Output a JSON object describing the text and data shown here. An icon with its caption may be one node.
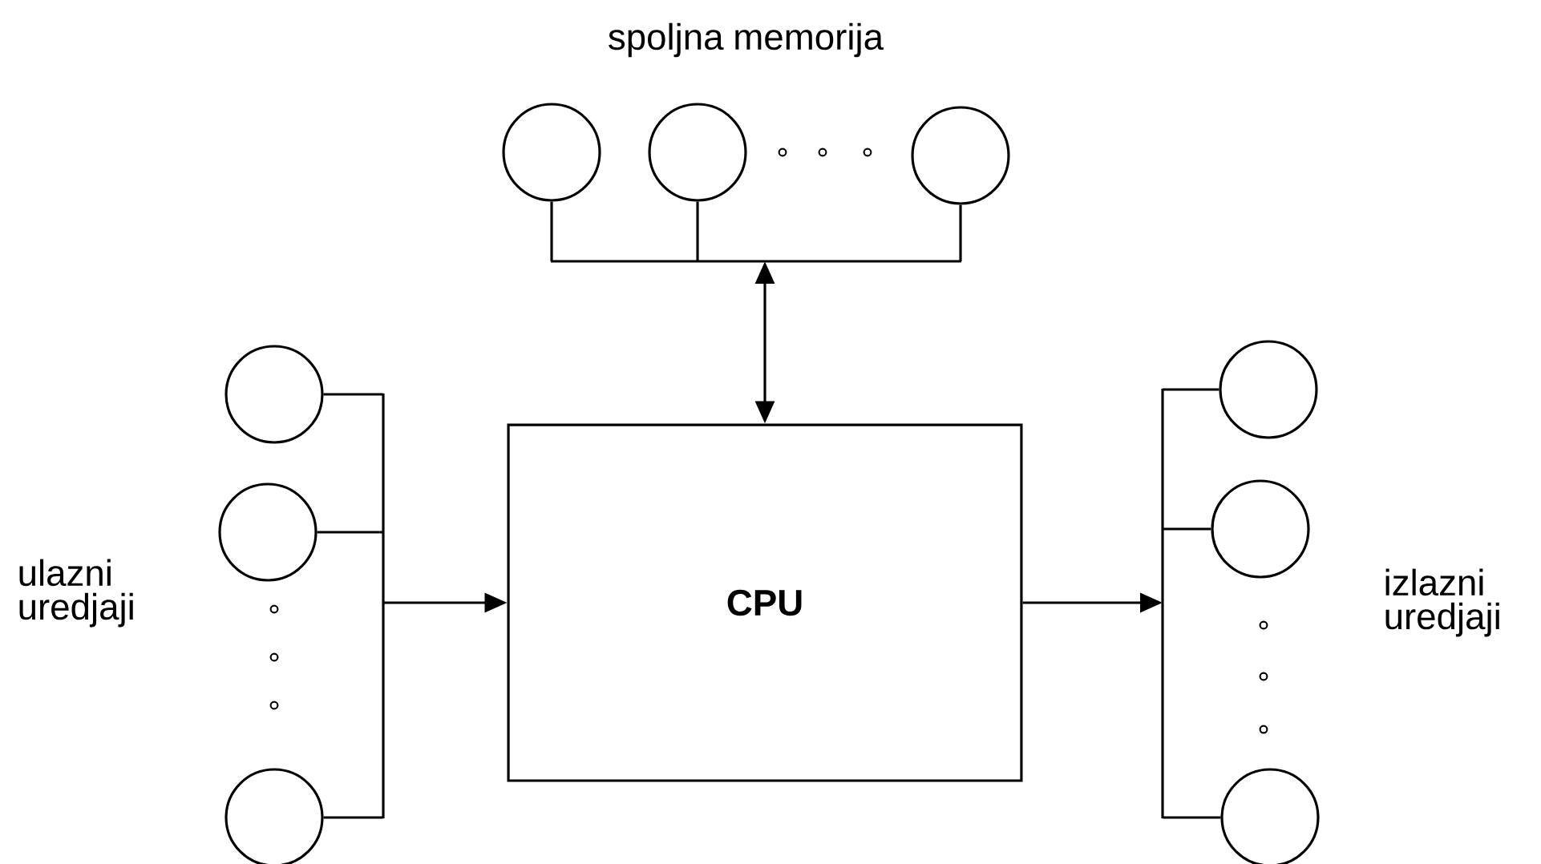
{
  "diagram": {
    "nodes": [
      {
        "text": [
          "CPU"
        ]
      },
      {
        "text": [],
        "shape": "circle"
      },
      {
        "text": [],
        "shape": "circle"
      },
      {
        "text": [],
        "shape": "circle"
      },
      {
        "text": [],
        "shape": "bar"
      },
      {
        "text": [],
        "shape": "circle"
      },
      {
        "text": [],
        "shape": "circle"
      },
      {
        "text": [],
        "shape": "circle"
      },
      {
        "text": [],
        "shape": "bar"
      },
      {
        "text": [],
        "shape": "bar"
      },
      {
        "text": [],
        "shape": "circle"
      },
      {
        "text": [],
        "shape": "circle"
      },
      {
        "text": [],
        "shape": "circle"
      }
    ],
    "edges": [
      {
        "from": 1,
        "to": 4,
        "arrow": "none"
      },
      {
        "from": 2,
        "to": 4,
        "arrow": "none"
      },
      {
        "from": 3,
        "to": 4,
        "arrow": "none"
      },
      {
        "from": 4,
        "to": 0,
        "arrow": "both"
      },
      {
        "from": 5,
        "to": 8,
        "arrow": "none"
      },
      {
        "from": 6,
        "to": 8,
        "arrow": "none"
      },
      {
        "from": 7,
        "to": 8,
        "arrow": "none"
      },
      {
        "from": 8,
        "to": 0,
        "arrow": "to"
      },
      {
        "from": 0,
        "to": 9,
        "arrow": "to"
      },
      {
        "from": 9,
        "to": 10,
        "arrow": "none"
      },
      {
        "from": 9,
        "to": 11,
        "arrow": "none"
      },
      {
        "from": 9,
        "to": 12,
        "arrow": "none"
      }
    ],
    "labels": [
      "spoljna memorija",
      "ulazni uredjaji",
      "izlazni uredjaji"
    ]
  }
}
